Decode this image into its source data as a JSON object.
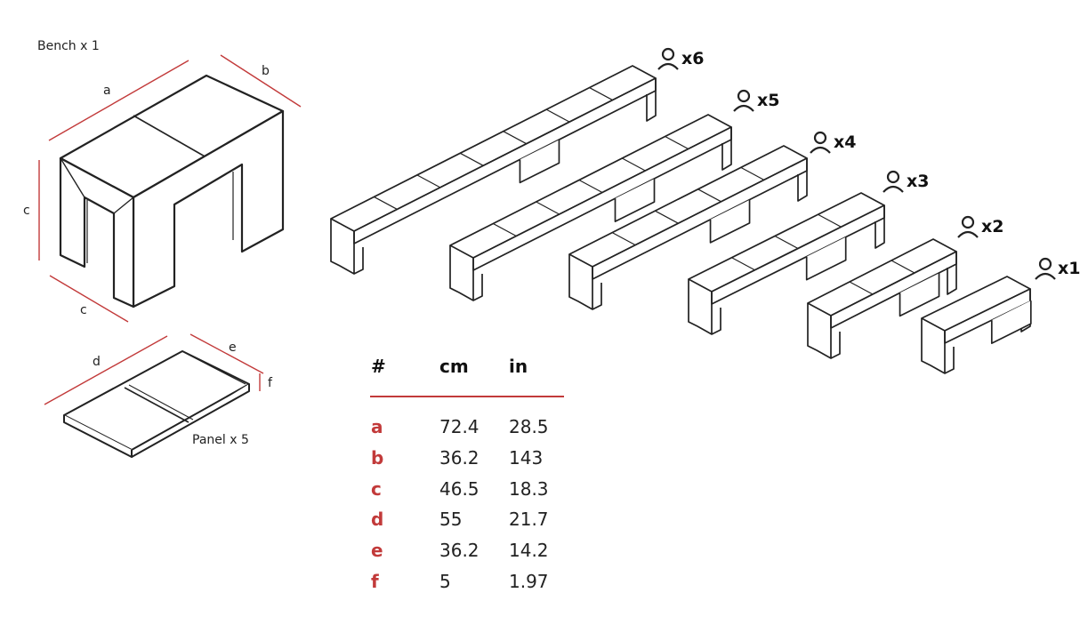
{
  "colors": {
    "accent": "#c23a3a",
    "line": "#222222"
  },
  "bench": {
    "label": "Bench x 1",
    "dim_a": "a",
    "dim_b": "b",
    "dim_c_vertical": "c",
    "dim_c_bottom": "c"
  },
  "panel": {
    "label": "Panel x 5",
    "dim_d": "d",
    "dim_e": "e",
    "dim_f": "f"
  },
  "configurations": [
    {
      "id": "six",
      "icon": "person-icon",
      "count": "x6"
    },
    {
      "id": "five",
      "icon": "person-icon",
      "count": "x5"
    },
    {
      "id": "four",
      "icon": "person-icon",
      "count": "x4"
    },
    {
      "id": "three",
      "icon": "person-icon",
      "count": "x3"
    },
    {
      "id": "two",
      "icon": "person-icon",
      "count": "x2"
    },
    {
      "id": "one",
      "icon": "person-icon",
      "count": "x1"
    }
  ],
  "table": {
    "headers": [
      "#",
      "cm",
      "in"
    ],
    "rows": [
      {
        "key": "a",
        "cm": "72.4",
        "in": "28.5"
      },
      {
        "key": "b",
        "cm": "36.2",
        "in": "143"
      },
      {
        "key": "c",
        "cm": "46.5",
        "in": "18.3"
      },
      {
        "key": "d",
        "cm": "55",
        "in": "21.7"
      },
      {
        "key": "e",
        "cm": "36.2",
        "in": "14.2"
      },
      {
        "key": "f",
        "cm": "5",
        "in": "1.97"
      }
    ]
  }
}
